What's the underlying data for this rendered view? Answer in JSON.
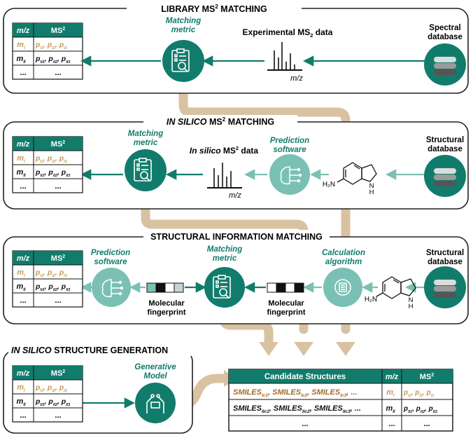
{
  "colors": {
    "teal": "#127c6c",
    "tan": "#d9c2a2",
    "gold": "#c49a5a",
    "light_teal": "#7bc0b4",
    "dark": "#111111"
  },
  "table_small": {
    "col1": "m/z",
    "col2": "MS",
    "sup": "2",
    "r1_m": "m",
    "r1_sub": "I",
    "r1_p": [
      "p",
      "p",
      "p"
    ],
    "r1_psub": [
      "I1",
      "I2",
      "I3"
    ],
    "r2_m": "m",
    "r2_sub": "II",
    "r2_p": [
      "p",
      "p",
      "p"
    ],
    "r2_psub": [
      "II1",
      "II2",
      "II3"
    ],
    "dots": "..."
  },
  "panel1": {
    "title_pre": "LIBRARY MS",
    "title_sup": "2",
    "title_post": " MATCHING",
    "metric_l1": "Matching",
    "metric_l2": "metric",
    "exp_label": "Experimental MS",
    "exp_sub": "2",
    "exp_post": " data",
    "axis": "m/z",
    "db_l1": "Spectral",
    "db_l2": "database"
  },
  "panel2": {
    "title_italic": "IN SILICO",
    "title_mid": " MS",
    "title_sup": "2",
    "title_post": " MATCHING",
    "metric_l1": "Matching",
    "metric_l2": "metric",
    "insilico": "In silico",
    "ms": " MS",
    "sup": "2",
    "data": " data",
    "axis": "m/z",
    "pred_l1": "Prediction",
    "pred_l2": "software",
    "db_l1": "Structural",
    "db_l2": "database",
    "h2n": "H₂N",
    "nh_n": "N",
    "nh_h": "H"
  },
  "panel3": {
    "title": "STRUCTURAL INFORMATION MATCHING",
    "pred_l1": "Prediction",
    "pred_l2": "software",
    "metric_l1": "Matching",
    "metric_l2": "metric",
    "calc_l1": "Calculation",
    "calc_l2": "algorithm",
    "fp_l1": "Molecular",
    "fp_l2": "fingerprint",
    "db_l1": "Structural",
    "db_l2": "database",
    "h2n": "H₂N",
    "nh_n": "N",
    "nh_h": "H"
  },
  "panel4": {
    "title_italic": "IN SILICO",
    "title_post": " STRUCTURE GENERATION",
    "gen_l1": "Generative",
    "gen_l2": "Model"
  },
  "candidates": {
    "header": "Candidate Structures",
    "smiles": "SMILES",
    "row1_subs": [
      "Ic1",
      "Ic2",
      "Ic3"
    ],
    "row2_subs": [
      "IIc1",
      "IIc2",
      "IIc3"
    ],
    "dots": "...",
    "mz": "m/z",
    "ms": "MS",
    "sup": "2"
  }
}
